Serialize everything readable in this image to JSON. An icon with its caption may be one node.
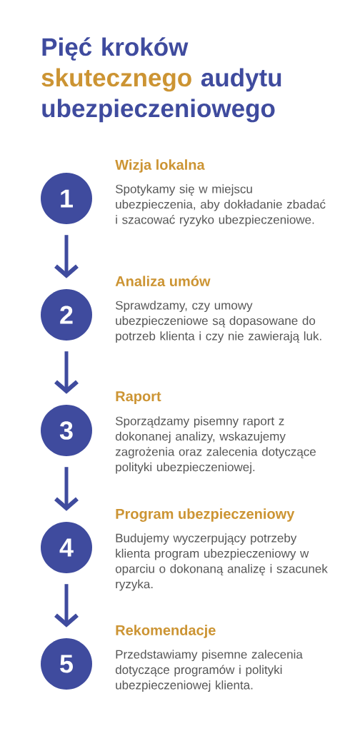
{
  "diagram": {
    "title": "Pięć kroków **skutecznego** audytu ubezpieczeniowego",
    "nodes": [
      {
        "text": [
          "1"
        ],
        "beside": [
          "Wizja lokalna",
          "Spotykamy się w miejscu ubezpieczenia, aby dokładanie zbadać i szacować ryzyko ubezpieczeniowe."
        ]
      },
      {
        "text": [
          "2"
        ],
        "beside": [
          "Analiza umów",
          "Sprawdzamy, czy umowy ubezpieczeniowe są dopasowane do potrzeb klienta i czy nie zawierają luk."
        ]
      },
      {
        "text": [
          "3"
        ],
        "beside": [
          "Raport",
          "Sporządzamy pisemny raport z dokonanej analizy, wskazujemy zagrożenia oraz zalecenia dotyczące polityki ubezpieczeniowej."
        ]
      },
      {
        "text": [
          "4"
        ],
        "beside": [
          "Program ubezpieczeniowy",
          "Budujemy wyczerpujący potrzeby klienta program ubezpieczeniowy w oparciu o dokonaną analizę i szacunek ryzyka."
        ]
      },
      {
        "text": [
          "5"
        ],
        "beside": [
          "Rekomendacje",
          "Przedstawiamy pisemne zalecenia dotyczące programów i polityki ubezpieczeniowej klienta."
        ]
      }
    ],
    "edges": [
      {
        "from": 0,
        "to": 1,
        "arrow": "to"
      },
      {
        "from": 1,
        "to": 2,
        "arrow": "to"
      },
      {
        "from": 2,
        "to": 3,
        "arrow": "to"
      },
      {
        "from": 3,
        "to": 4,
        "arrow": "to"
      }
    ]
  }
}
